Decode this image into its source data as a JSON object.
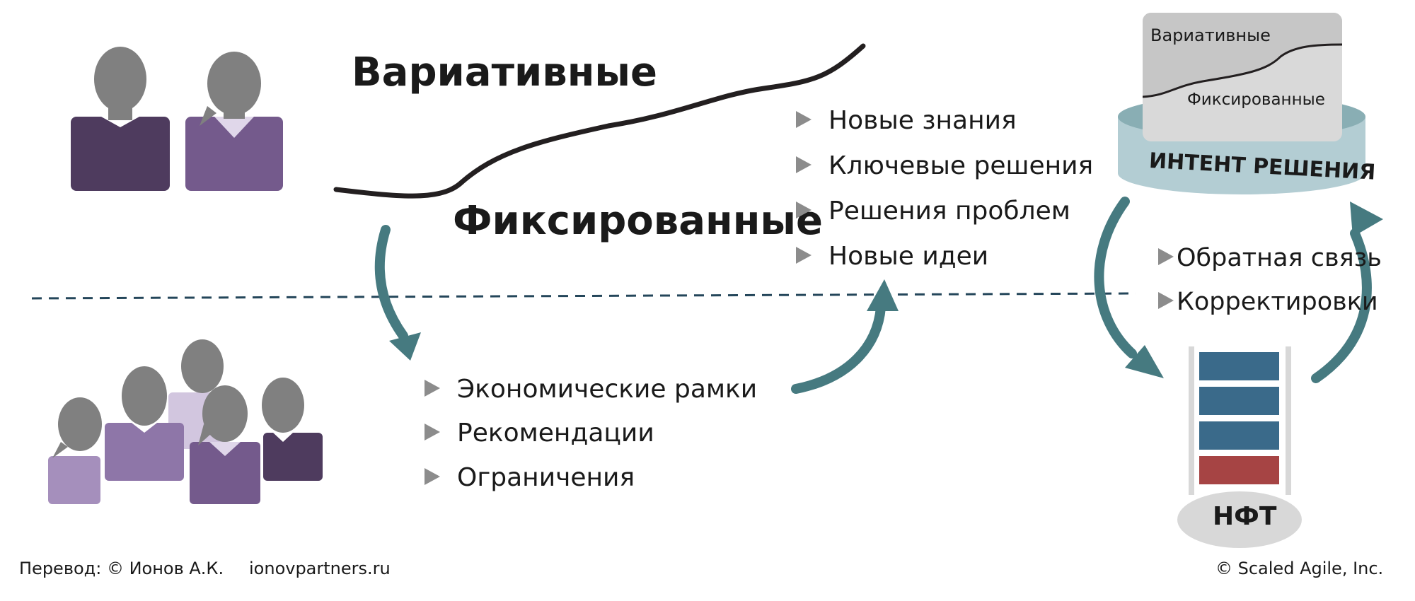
{
  "labels": {
    "variative": "Вариативные",
    "fixed": "Фиксированные"
  },
  "top_bullets": [
    "Новые знания",
    "Ключевые решения",
    "Решения проблем",
    "Новые идеи"
  ],
  "bottom_bullets": [
    "Экономические рамки",
    "Рекомендации",
    "Ограничения"
  ],
  "feedback_bullets": [
    "Обратная связь",
    "Корректировки"
  ],
  "intent_box": {
    "label": "ИНТЕНТ РЕШЕНИЯ",
    "variative": "Вариативные",
    "fixed": "Фиксированные"
  },
  "nft": {
    "label": "НФТ"
  },
  "footer": {
    "translation": "Перевод: © Ионов А.К.",
    "site": "ionovpartners.ru",
    "copyright": "© Scaled Agile,  Inc."
  },
  "colors": {
    "arrow": "#467a80",
    "dashed_line": "#24465a",
    "bullet_triangle": "#8c8c8c",
    "person_dark": "#4e3b5e",
    "person_mid": "#745a8c",
    "person_light": "#a58fbc",
    "person_head": "#808080",
    "platform": "#b3cdd3",
    "platform_side": "#89aeb4",
    "card_top": "#c8c8c8",
    "card_bottom": "#d9d9d9",
    "nft_blue": "#3a6a8a",
    "nft_red": "#a64444",
    "nft_base": "#d8d8d8"
  },
  "icons": [
    "person-icon",
    "team-icon",
    "intent-card-icon",
    "nft-backlog-icon"
  ]
}
